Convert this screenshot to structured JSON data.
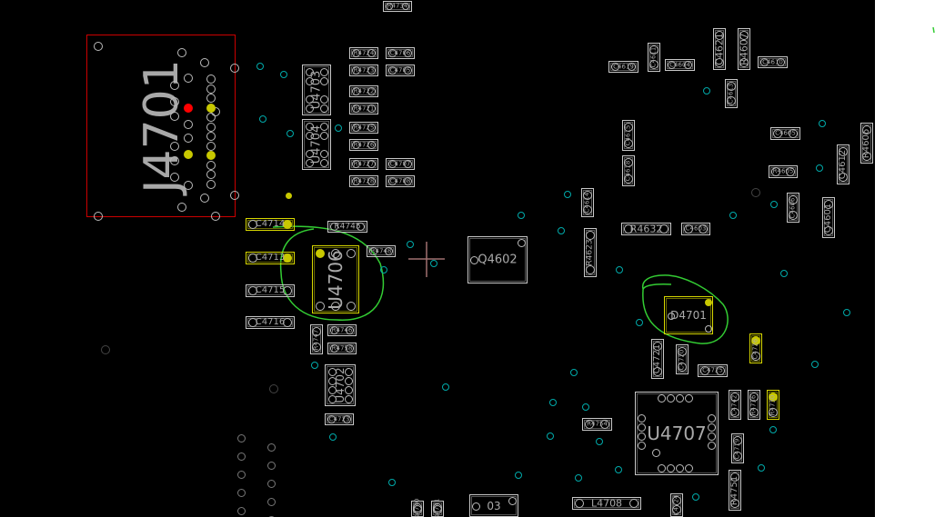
{
  "connector": {
    "label": "J4701"
  },
  "components": [
    "R4734",
    "R4724",
    "C4706",
    "R4723",
    "C4705",
    "U4703",
    "U4704",
    "R4722",
    "R4721",
    "R4725",
    "R4726",
    "R4727",
    "C4707",
    "R4728",
    "C4708",
    "C4714",
    "C4713",
    "C4715",
    "C4716",
    "R4745",
    "U4706",
    "R4748",
    "R4746",
    "R4758",
    "R4747",
    "U4702",
    "C4723",
    "Q4602",
    "R4632",
    "C4603",
    "R4623",
    "C4614",
    "C4619",
    "C4611",
    "C4604",
    "C4621",
    "R4607",
    "C4610",
    "C4613",
    "C4615",
    "C4618",
    "C4605",
    "R4605",
    "R4606",
    "C4612",
    "C4606",
    "C4601",
    "D4701",
    "C4721",
    "C4720",
    "C4725",
    "C4726",
    "U4707",
    "C4742",
    "R4736",
    "R4730",
    "C4719",
    "R4751",
    "R4754",
    "L4708",
    "03",
    "C4724",
    "R4740",
    "R4741"
  ],
  "colors": {
    "board": "#000000",
    "via": "#00aaaa",
    "highlight": "#c8c800",
    "selected_pin": "#ff0000",
    "markup": "#33cc33"
  }
}
